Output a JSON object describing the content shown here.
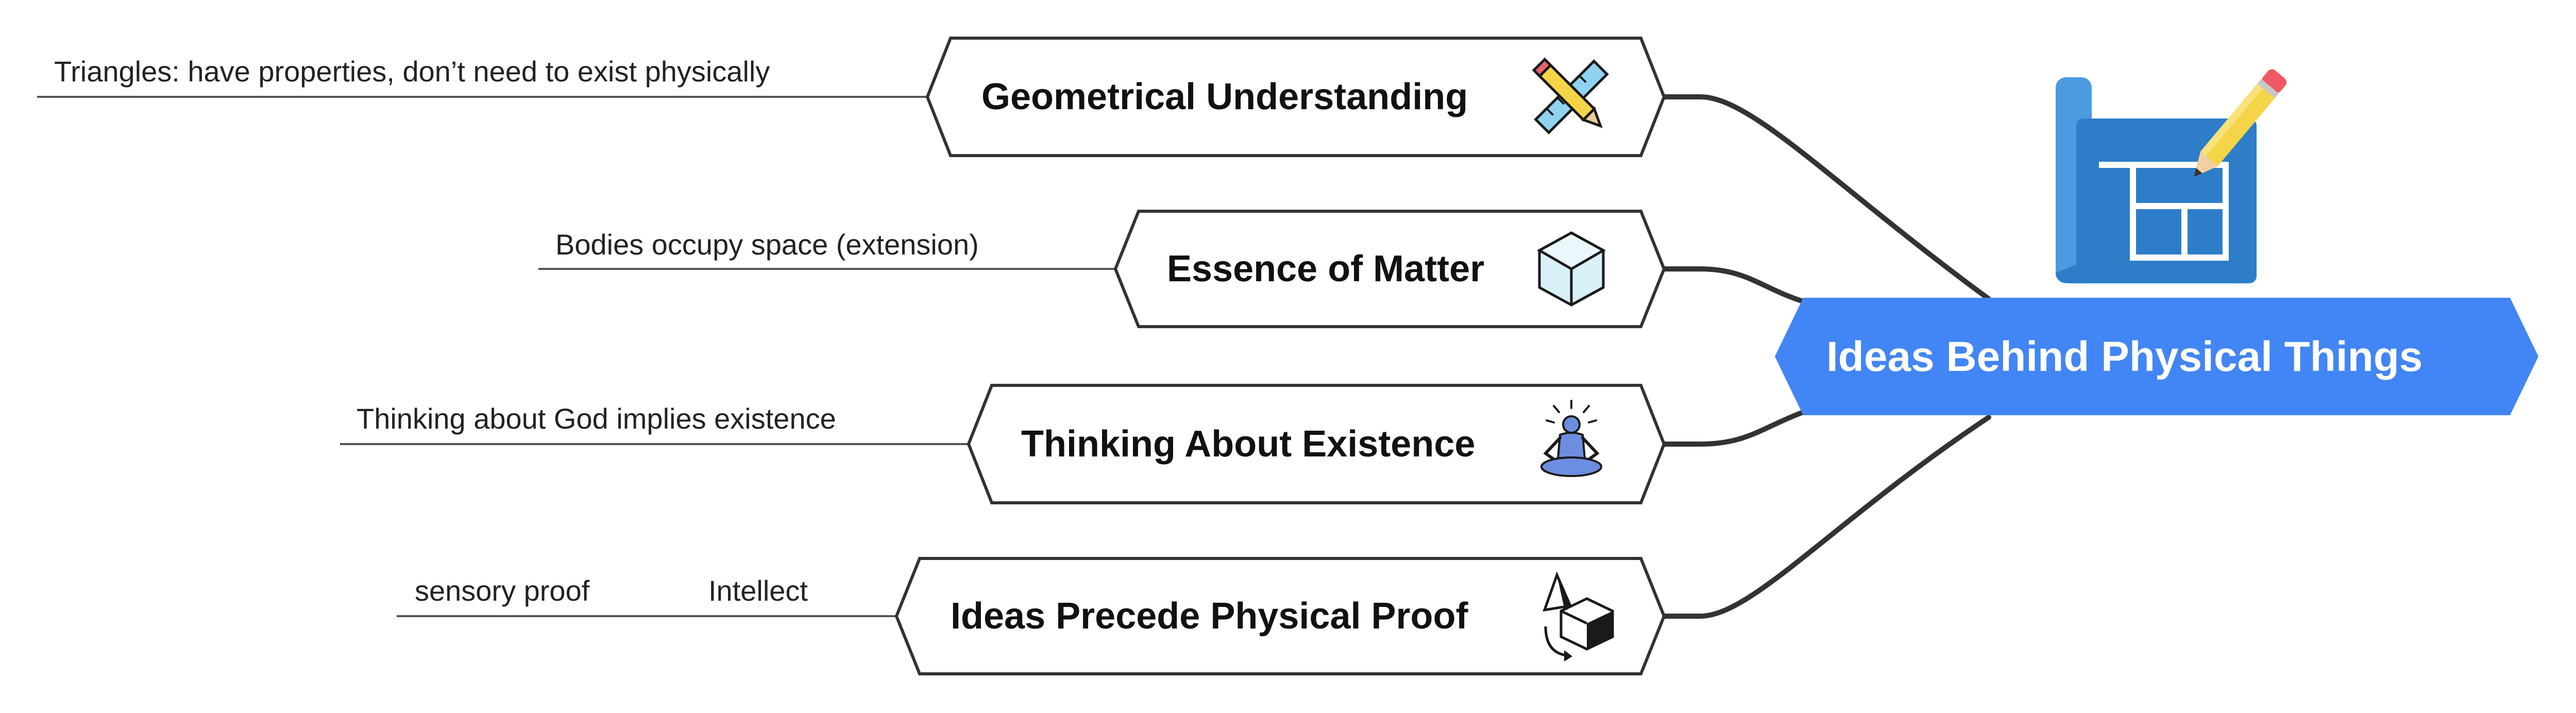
{
  "root": {
    "label": "Ideas Behind Physical Things",
    "icon": "blueprint-pencil-icon",
    "fill": "#4285f4"
  },
  "branches": [
    {
      "label": "Geometrical Understanding",
      "icon": "pencil-ruler-icon",
      "leaves": [
        "Triangles: have properties, don’t need to exist physically"
      ]
    },
    {
      "label": "Essence of Matter",
      "icon": "cube-icon",
      "leaves": [
        "Bodies occupy space (extension)"
      ]
    },
    {
      "label": "Thinking About Existence",
      "icon": "meditation-icon",
      "leaves": [
        "Thinking about God implies existence"
      ]
    },
    {
      "label": "Ideas Precede Physical Proof",
      "icon": "shapes-transform-icon",
      "leaves": [
        "sensory proof",
        "Intellect"
      ]
    }
  ],
  "colors": {
    "line": "#333333",
    "accent": "#4285f4",
    "blueprint": "#2d7dc8",
    "blueprint_light": "#4a9be0"
  }
}
